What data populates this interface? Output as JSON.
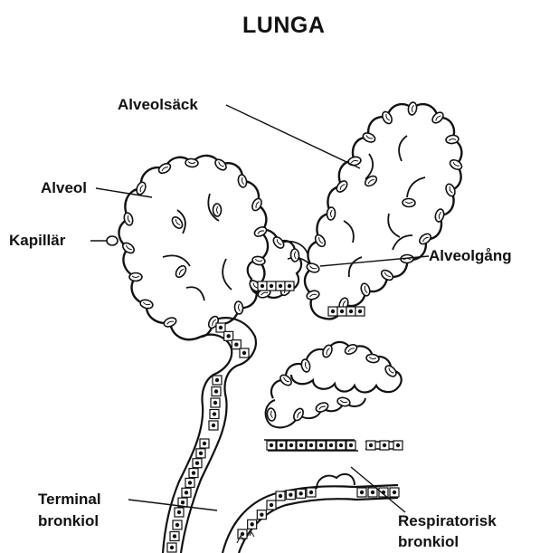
{
  "title": "LUNGA",
  "labels": {
    "alveolsack": "Alveolsäck",
    "alveol": "Alveol",
    "kapillar": "Kapillär",
    "alveolgang": "Alveolgång",
    "terminal_line1": "Terminal",
    "terminal_line2": "bronkiol",
    "respiratorisk_line1": "Respiratorisk",
    "respiratorisk_line2": "bronkiol"
  },
  "colors": {
    "ink": "#111111",
    "background": "#ffffff"
  }
}
